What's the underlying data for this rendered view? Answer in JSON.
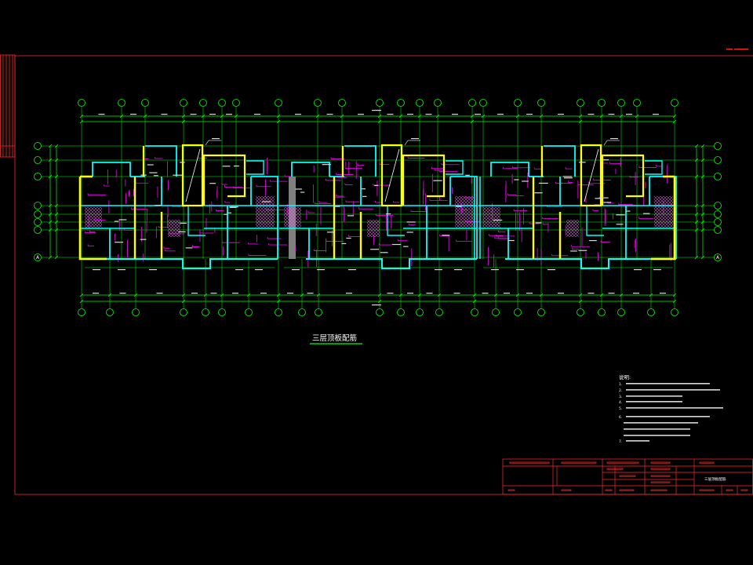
{
  "drawing": {
    "plan_title": "三层顶板配筋",
    "notes": {
      "heading": "说明:",
      "item_numbers": [
        "1.",
        "2.",
        "3.",
        "4.",
        "5.",
        "6.",
        "7."
      ]
    },
    "title_block": {
      "drawing_name": "三层顶板配筋"
    },
    "axis_labels": {
      "left_bottom": "A",
      "right_bottom": "A"
    }
  },
  "colors": {
    "background": "#000000",
    "frame": "#ff2a2a",
    "axis_grid": "#00ff00",
    "wall_primary": "#ffff00",
    "wall_secondary": "#00ffff",
    "rebar": "#ff00ff",
    "text": "#ffffff",
    "column_fill": "#7f7f7f"
  }
}
